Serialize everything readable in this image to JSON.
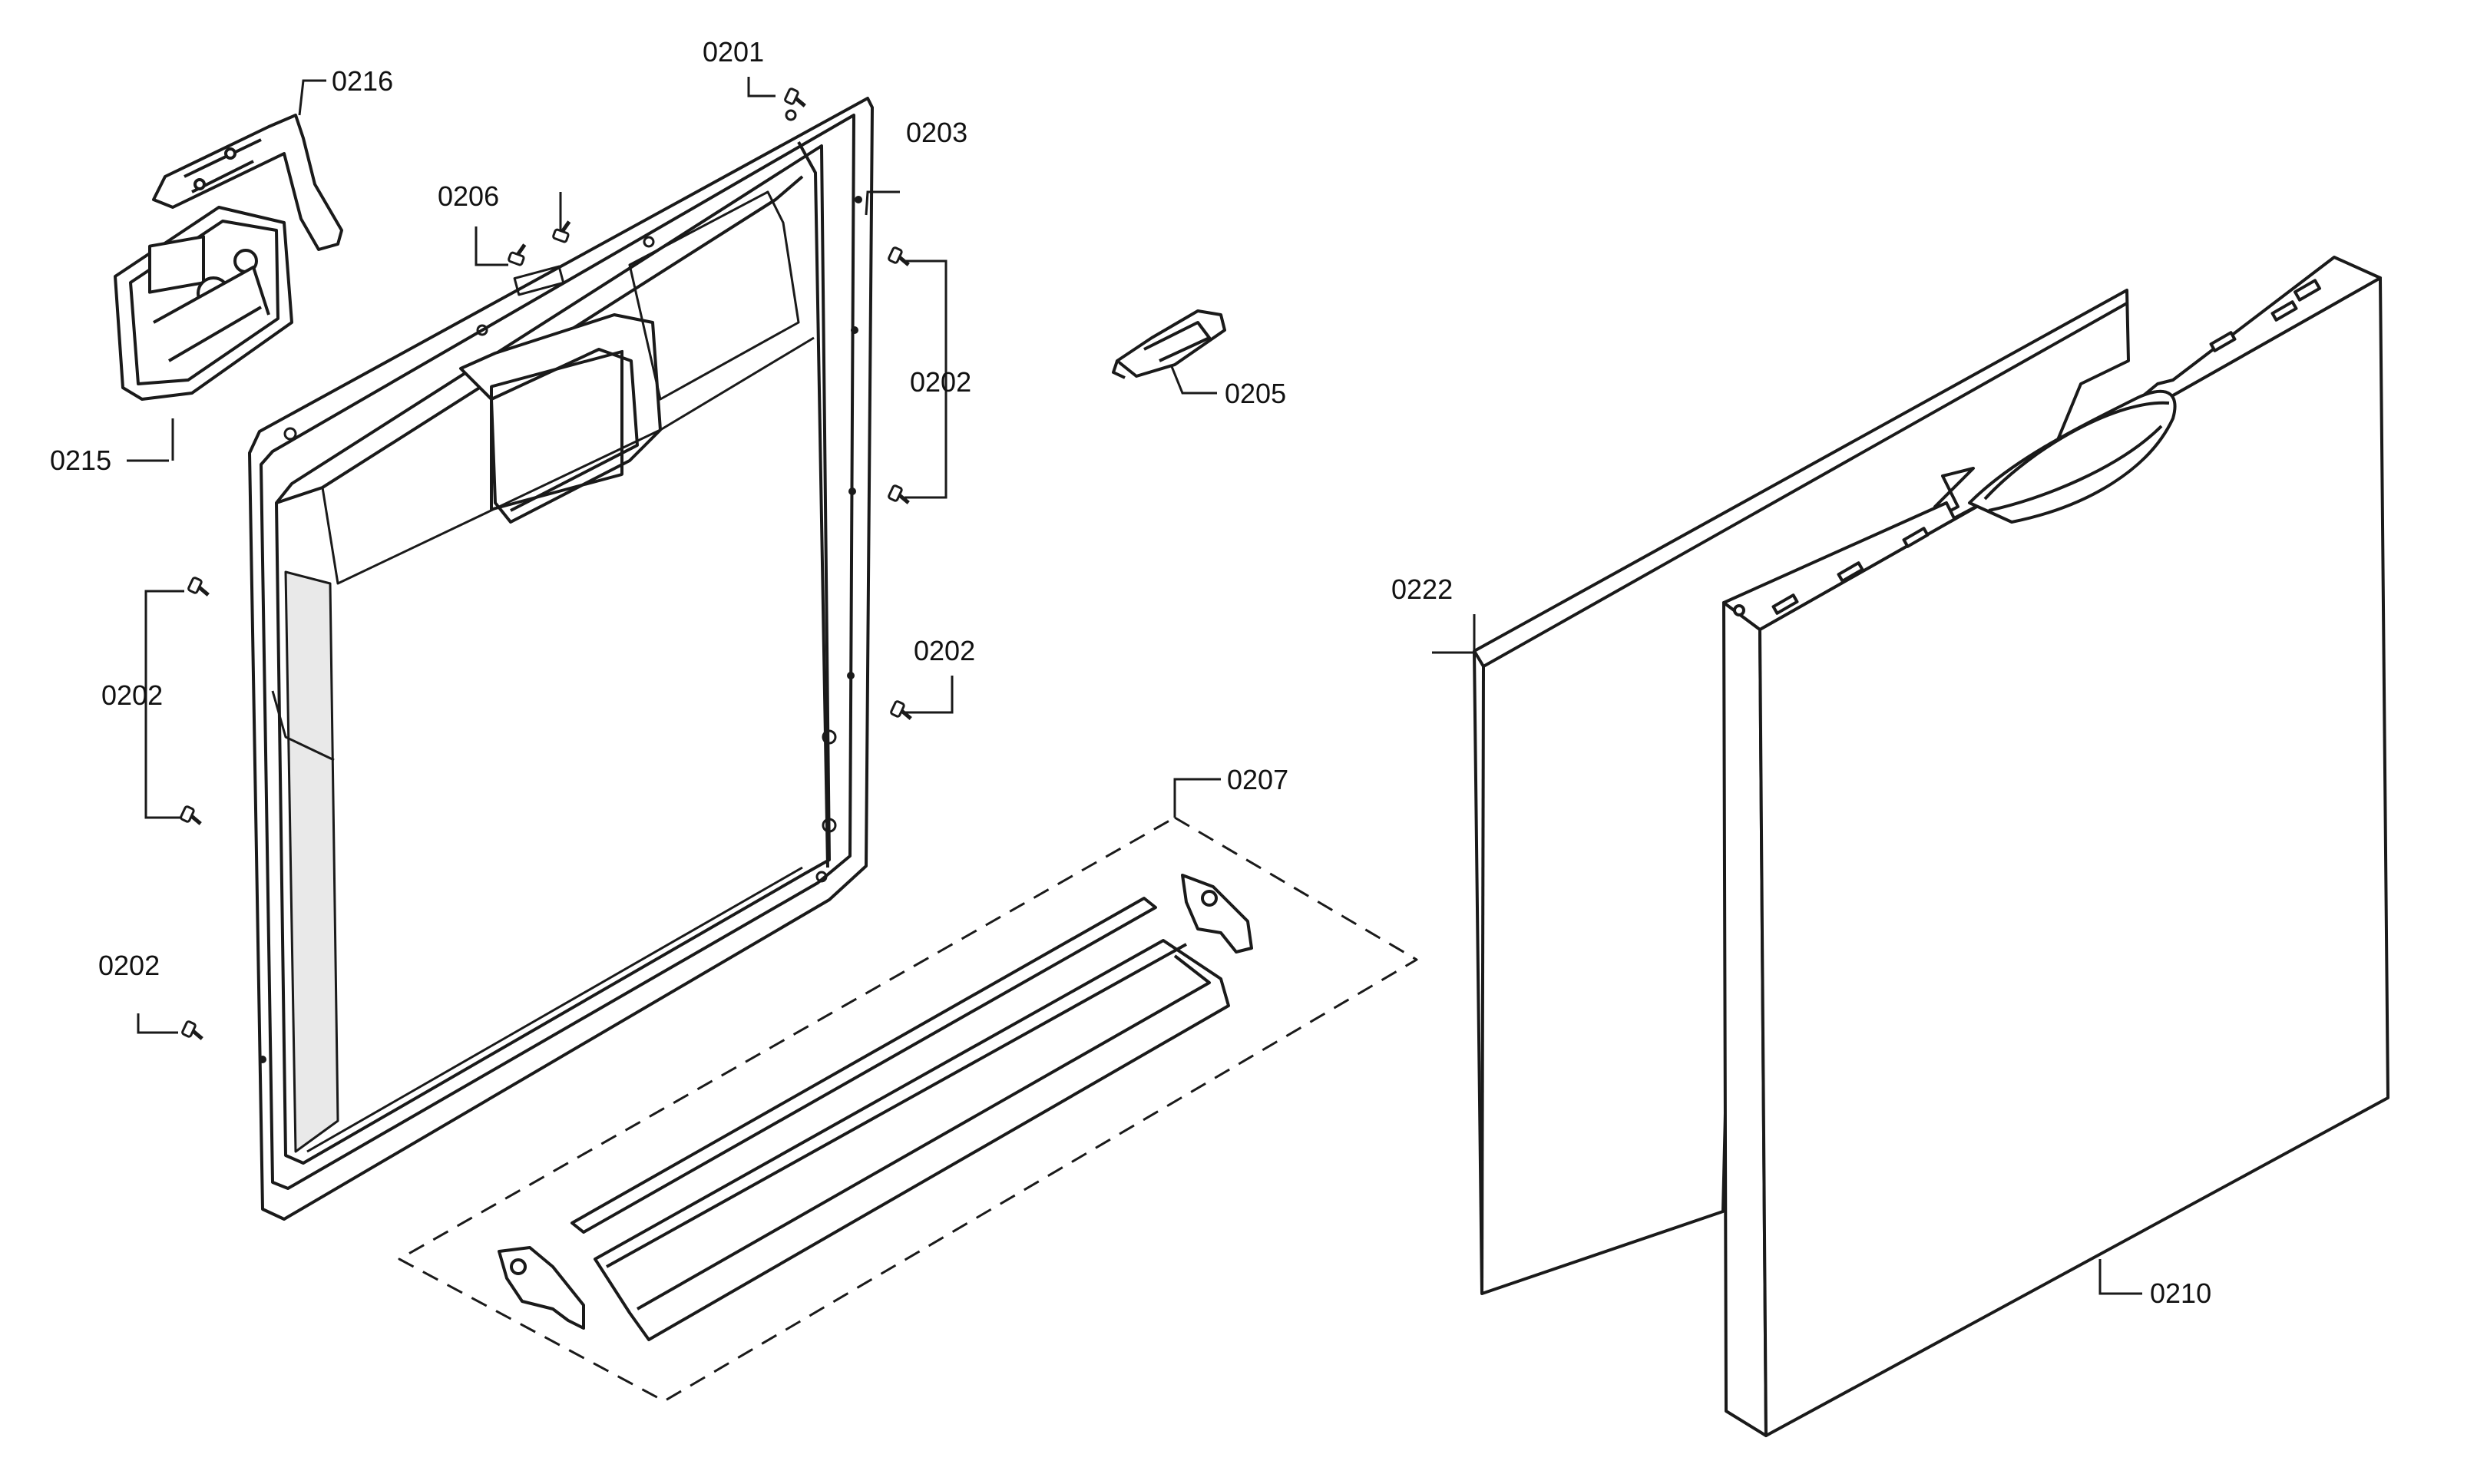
{
  "colors": {
    "ink": "#1a1a1a",
    "background": "#ffffff",
    "panel_fill": "#ffffff",
    "shade": "#e9e9e9"
  },
  "part_labels": {
    "p0201": "0201",
    "p0202_upper_right": "0202",
    "p0202_lower_right": "0202",
    "p0202_left_mid": "0202",
    "p0202_left_low": "0202",
    "p0203": "0203",
    "p0205": "0205",
    "p0206": "0206",
    "p0207": "0207",
    "p0210": "0210",
    "p0215": "0215",
    "p0216": "0216",
    "p0222": "0222"
  }
}
